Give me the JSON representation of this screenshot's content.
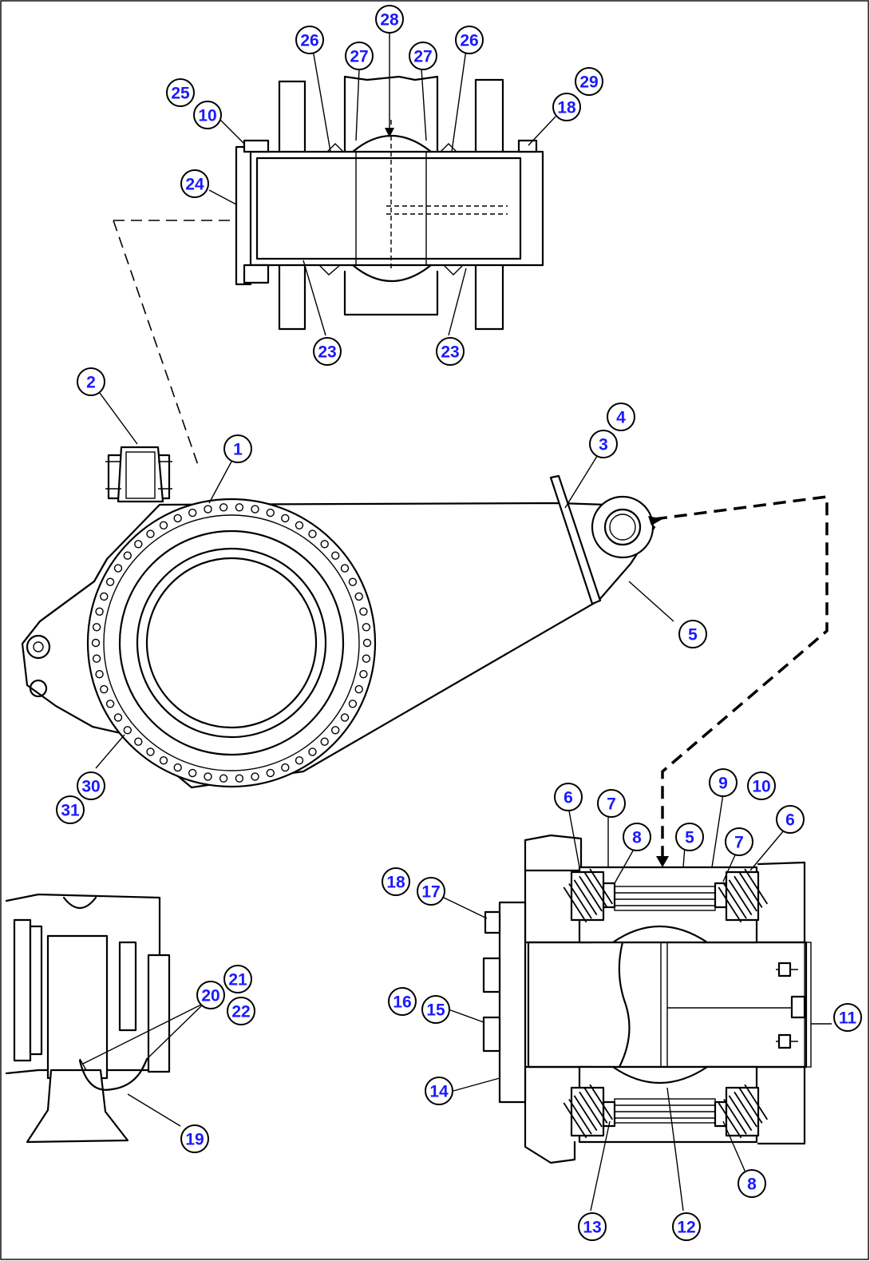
{
  "colors": {
    "callout_text": "#1a1aff",
    "line": "#000000",
    "background": "#ffffff"
  },
  "callouts": [
    {
      "id": "c28",
      "label": "28"
    },
    {
      "id": "c26a",
      "label": "26"
    },
    {
      "id": "c26b",
      "label": "26"
    },
    {
      "id": "c27a",
      "label": "27"
    },
    {
      "id": "c27b",
      "label": "27"
    },
    {
      "id": "c29",
      "label": "29"
    },
    {
      "id": "c25",
      "label": "25"
    },
    {
      "id": "c10a",
      "label": "10"
    },
    {
      "id": "c18a",
      "label": "18"
    },
    {
      "id": "c24",
      "label": "24"
    },
    {
      "id": "c23a",
      "label": "23"
    },
    {
      "id": "c23b",
      "label": "23"
    },
    {
      "id": "c2",
      "label": "2"
    },
    {
      "id": "c1",
      "label": "1"
    },
    {
      "id": "c4",
      "label": "4"
    },
    {
      "id": "c3",
      "label": "3"
    },
    {
      "id": "c5a",
      "label": "5"
    },
    {
      "id": "c30",
      "label": "30"
    },
    {
      "id": "c31",
      "label": "31"
    },
    {
      "id": "c9",
      "label": "9"
    },
    {
      "id": "c10b",
      "label": "10"
    },
    {
      "id": "c6a",
      "label": "6"
    },
    {
      "id": "c7a",
      "label": "7"
    },
    {
      "id": "c6b",
      "label": "6"
    },
    {
      "id": "c8a",
      "label": "8"
    },
    {
      "id": "c5b",
      "label": "5"
    },
    {
      "id": "c7b",
      "label": "7"
    },
    {
      "id": "c18b",
      "label": "18"
    },
    {
      "id": "c17",
      "label": "17"
    },
    {
      "id": "c16",
      "label": "16"
    },
    {
      "id": "c15",
      "label": "15"
    },
    {
      "id": "c11",
      "label": "11"
    },
    {
      "id": "c14",
      "label": "14"
    },
    {
      "id": "c8b",
      "label": "8"
    },
    {
      "id": "c13",
      "label": "13"
    },
    {
      "id": "c12",
      "label": "12"
    },
    {
      "id": "c21",
      "label": "21"
    },
    {
      "id": "c20",
      "label": "20"
    },
    {
      "id": "c22",
      "label": "22"
    },
    {
      "id": "c19",
      "label": "19"
    }
  ]
}
